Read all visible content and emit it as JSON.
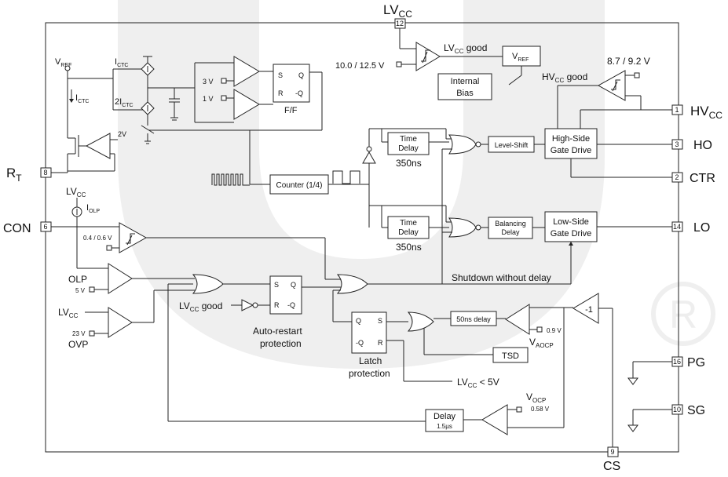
{
  "pins": {
    "lvcc": {
      "num": "12",
      "label": "LV",
      "sub": "CC"
    },
    "hvcc": {
      "num": "1",
      "label": "HV",
      "sub": "CC"
    },
    "ho": {
      "num": "3",
      "label": "HO"
    },
    "ctr": {
      "num": "2",
      "label": "CTR"
    },
    "lo": {
      "num": "14",
      "label": "LO"
    },
    "pg": {
      "num": "16",
      "label": "PG"
    },
    "sg": {
      "num": "10",
      "label": "SG"
    },
    "cs": {
      "num": "9",
      "label": "CS"
    },
    "rt": {
      "num": "8",
      "label": "R",
      "sub": "T"
    },
    "con": {
      "num": "6",
      "label": "CON"
    }
  },
  "blocks": {
    "vref": {
      "main": "V",
      "sub": "REF"
    },
    "internal_bias": {
      "line1": "Internal",
      "line2": "Bias"
    },
    "ff": {
      "s": "S",
      "q": "Q",
      "r": "R",
      "nq": "-Q",
      "name": "F/F"
    },
    "counter": "Counter (1/4)",
    "time_delay_top": {
      "line1": "Time",
      "line2": "Delay",
      "caption": "350ns"
    },
    "time_delay_bottom": {
      "line1": "Time",
      "line2": "Delay",
      "caption": "350ns"
    },
    "level_shift": "Level-Shift",
    "balancing_delay": {
      "line1": "Balancing",
      "line2": "Delay"
    },
    "high_side": {
      "line1": "High-Side",
      "line2": "Gate Drive"
    },
    "low_side": {
      "line1": "Low-Side",
      "line2": "Gate Drive"
    },
    "auto_restart": {
      "s": "S",
      "q": "Q",
      "r": "R",
      "nq": "-Q",
      "caption1": "Auto-restart",
      "caption2": "protection"
    },
    "latch": {
      "q": "Q",
      "s": "S",
      "nq": "-Q",
      "r": "R",
      "caption1": "Latch",
      "caption2": "protection"
    },
    "delay_50ns": "50ns delay",
    "tsd": "TSD",
    "delay_cs": {
      "line1": "Delay",
      "line2": "1.5µs"
    },
    "neg_one": "-1"
  },
  "labels": {
    "uvlo_thresholds": "10.0 / 12.5 V",
    "lvcc_good": {
      "main": "LV",
      "sub": "CC",
      "tail": " good"
    },
    "hvcc_thresholds": "8.7 / 9.2 V",
    "hvcc_good": {
      "main": "HV",
      "sub": "CC",
      "tail": " good"
    },
    "vref_node": {
      "main": "V",
      "sub": "REF"
    },
    "ictc": {
      "main": "I",
      "sub": "CTC"
    },
    "ictc2": {
      "main": "2I",
      "sub": "CTC"
    },
    "ictc_ramp": {
      "main": "I",
      "sub": "CTC"
    },
    "v3": "3 V",
    "v1": "1 V",
    "v2": "2V",
    "lvcc_iolp": {
      "main": "LV",
      "sub": "CC"
    },
    "iolp": {
      "main": "I",
      "sub": "OLP"
    },
    "con_thresholds": "0.4 / 0.6 V",
    "olp": "OLP",
    "olp_ref": "5 V",
    "lvcc_ovp": {
      "main": "LV",
      "sub": "CC"
    },
    "ovp_ref": "23 V",
    "ovp": "OVP",
    "lvcc_good_restart": {
      "main": "LV",
      "sub": "CC",
      "tail": " good"
    },
    "shutdown": "Shutdown without delay",
    "aocp_ref": "0.9 V",
    "vaocp": {
      "main": "V",
      "sub": "AOCP"
    },
    "lvcc_lt5": {
      "main": "LV",
      "sub": "CC",
      "tail": " < 5V"
    },
    "vocp": {
      "main": "V",
      "sub": "OCP"
    },
    "ocp_ref": "0.58 V"
  }
}
